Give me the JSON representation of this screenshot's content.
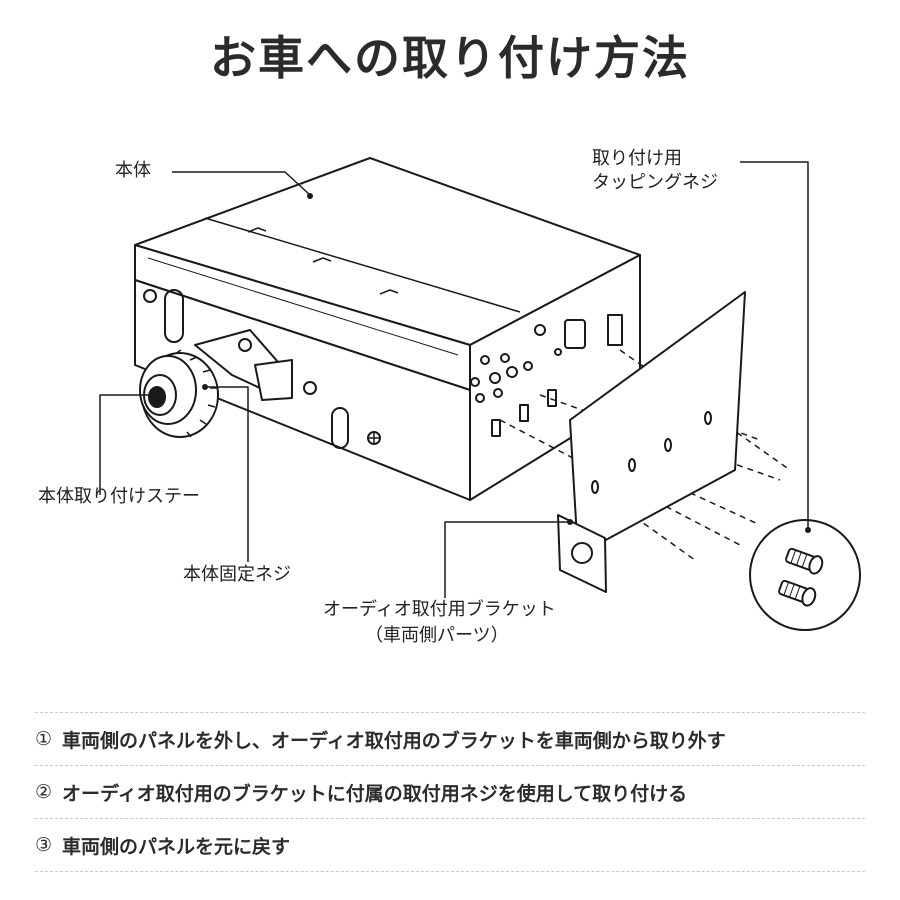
{
  "title": "お車への取り付け方法",
  "labels": {
    "body": "本体",
    "tapping_screw_line1": "取り付け用",
    "tapping_screw_line2": "タッピングネジ",
    "body_stay": "本体取り付けステー",
    "body_screw": "本体固定ネジ",
    "bracket_line1": "オーディオ取付用ブラケット",
    "bracket_line2": "（車両側パーツ）"
  },
  "steps": [
    {
      "num": "①",
      "text": "車両側のパネルを外し、オーディオ取付用のブラケットを車両側から取り外す"
    },
    {
      "num": "②",
      "text": "オーディオ取付用のブラケットに付属の取付用ネジを使用して取り付ける"
    },
    {
      "num": "③",
      "text": "車両側のパネルを元に戻す"
    }
  ]
}
